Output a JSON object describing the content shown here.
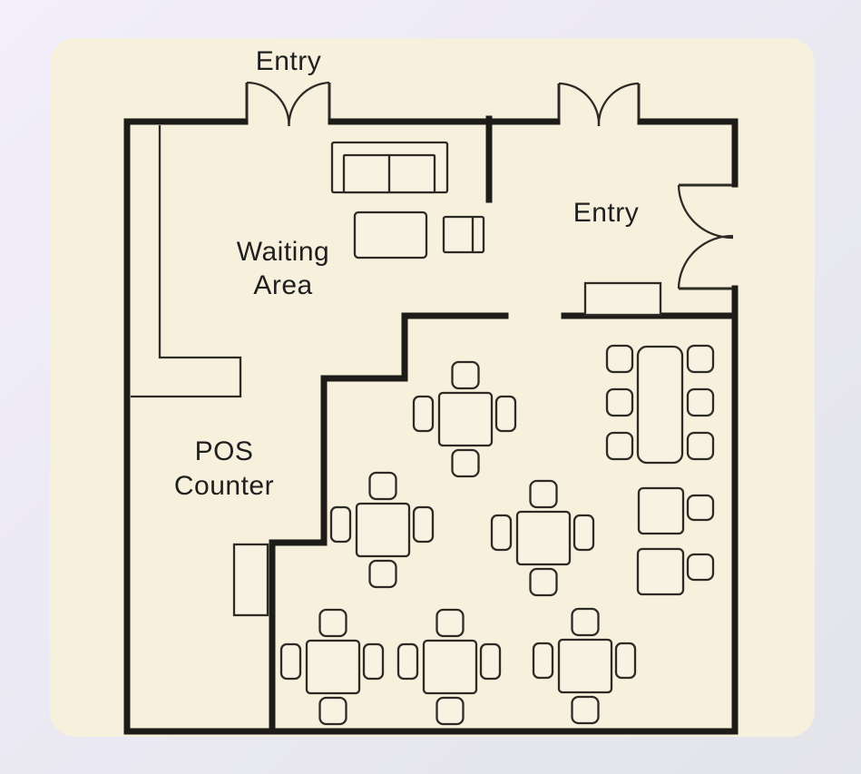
{
  "page": {
    "bg_top": "#f2eefb",
    "bg_bottom": "#e3e4ea"
  },
  "floorplan": {
    "floor_color": "#f6f0dc",
    "wall_color": "#1e1c18",
    "line_color": "#2e2b26",
    "text_color": "#1f1f1f",
    "labels": {
      "entry_top": "Entry",
      "entry_right": "Entry",
      "waiting_area_line1": "Waiting",
      "waiting_area_line2": "Area",
      "pos_counter_line1": "POS",
      "pos_counter_line2": "Counter"
    }
  }
}
